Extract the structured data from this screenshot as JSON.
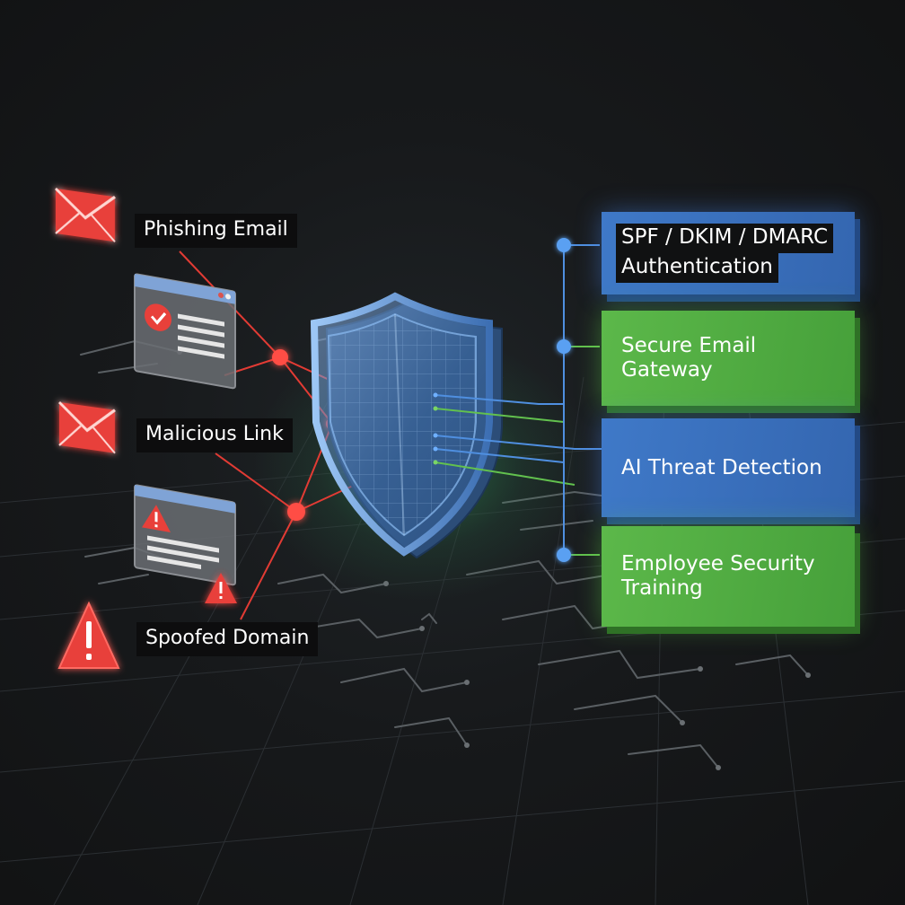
{
  "threats": {
    "phishing_email": "Phishing Email",
    "malicious_link": "Malicious Link",
    "spoofed_domain": "Spoofed Domain"
  },
  "defenses": {
    "authentication_line1": "SPF / DKIM / DMARC",
    "authentication_line2": "Authentication",
    "gateway": "Secure Email Gateway",
    "ai_detection": "AI Threat Detection",
    "training_line1": "Employee Security",
    "training_line2": "Training"
  },
  "icons": {
    "threat_email": "envelope-icon",
    "alert": "warning-triangle-icon",
    "browser_ok": "browser-window-check-icon",
    "browser_alert": "browser-window-warning-icon",
    "shield": "shield-icon"
  },
  "colors": {
    "threat": "#e8403a",
    "defense_blue": "#3f79c8",
    "defense_green": "#5cb84a",
    "connector_blue": "#4f8fe0",
    "connector_green": "#62c14e",
    "background": "#151617"
  }
}
